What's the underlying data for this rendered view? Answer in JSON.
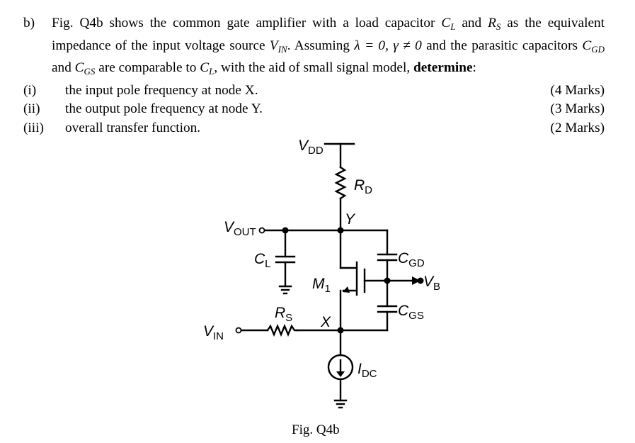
{
  "question": {
    "label": "b)",
    "line1_a": "Fig. Q4b shows the common gate amplifier with a load capacitor",
    "cl_var": "C",
    "cl_sub": "L",
    "line1_b": "and",
    "rs_var": "R",
    "rs_sub": "S",
    "line1_c": "as the equivalent impedance of the input voltage source",
    "vin_var": "V",
    "vin_sub": "IN",
    "line2_a": ". Assuming",
    "assume_math": "λ = 0, γ ≠ 0",
    "line2_b": "and the parasitic capacitors",
    "cgd_var": "C",
    "cgd_sub": "GD",
    "line3_a": "and",
    "cgs_var": "C",
    "cgs_sub": "GS",
    "line3_b": "are comparable to",
    "cl2_var": "C",
    "cl2_sub": "L",
    "line3_c": ", with the aid of small signal model,",
    "determine": "determine",
    "colon": ":",
    "parts": [
      {
        "num": "(i)",
        "text": "the input pole frequency at node X.",
        "marks": "(4 Marks)"
      },
      {
        "num": "(ii)",
        "text": "the output pole frequency at node Y.",
        "marks": "(3 Marks)"
      },
      {
        "num": "(iii)",
        "text": "overall transfer function.",
        "marks": "(2 Marks)"
      }
    ]
  },
  "circuit": {
    "vdd": {
      "main": "V",
      "sub": "DD"
    },
    "rd": {
      "main": "R",
      "sub": "D"
    },
    "node_y": "Y",
    "vout": {
      "main": "V",
      "sub": "OUT"
    },
    "cl": {
      "main": "C",
      "sub": "L"
    },
    "cgd": {
      "main": "C",
      "sub": "GD"
    },
    "vb": {
      "main": "V",
      "sub": "B"
    },
    "m1": {
      "main": "M",
      "sub": "1"
    },
    "cgs": {
      "main": "C",
      "sub": "GS"
    },
    "rs": {
      "main": "R",
      "sub": "S"
    },
    "node_x": "X",
    "vin": {
      "main": "V",
      "sub": "IN"
    },
    "idc": {
      "main": "I",
      "sub": "DC"
    },
    "caption": "Fig. Q4b"
  }
}
